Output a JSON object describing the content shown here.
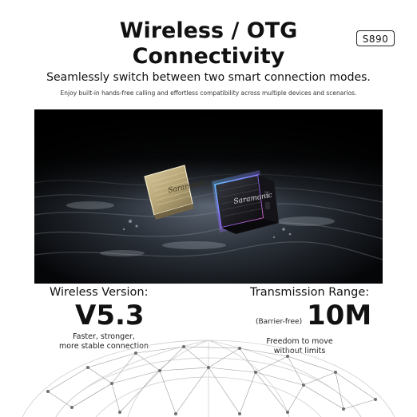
{
  "header": {
    "title_line1": "Wireless / OTG",
    "title_line2": "Connectivity",
    "model_badge": "S890",
    "subtitle": "Seamlessly switch between two smart connection modes.",
    "subtext": "Enjoy built-in hands-free calling and effortless compatibility across multiple devices and scenarios."
  },
  "hero": {
    "device_logo": "Saramonic"
  },
  "specs": {
    "wireless": {
      "label": "Wireless Version:",
      "value": "V5.3",
      "note_line1": "Faster, stronger,",
      "note_line2": "more stable connection"
    },
    "range": {
      "label": "Transmission Range:",
      "prefix": "(Barrier-free)",
      "value": "10M",
      "note_line1": "Freedom to move",
      "note_line2": "without limits"
    }
  },
  "colors": {
    "text": "#111111",
    "background": "#ffffff",
    "hero_bg": "#000000",
    "gold_device": "#b9a77a",
    "dark_device": "#1b1b20",
    "rgb_accent": "#8b6cff"
  },
  "icons": {
    "globe": "network-globe-icon"
  }
}
